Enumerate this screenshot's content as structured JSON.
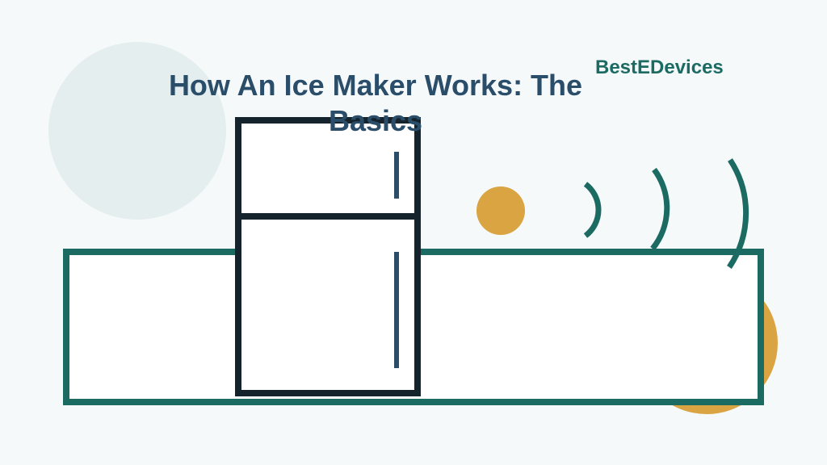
{
  "header": {
    "title": "How An Ice Maker Works: The Basics",
    "brand": "BestEDevices"
  },
  "illustration": {
    "subject": "refrigerator-with-ice-maker",
    "icons": [
      "refrigerator-icon",
      "sound-wave-icon"
    ],
    "colors": {
      "background": "#f5f9fa",
      "accent_teal": "#1c6b63",
      "accent_gold": "#d9a441",
      "fridge_outline": "#15232d",
      "handle": "#2a4d6a",
      "title_text": "#2a4d6a",
      "decor_circle": "#e5eeef"
    }
  }
}
